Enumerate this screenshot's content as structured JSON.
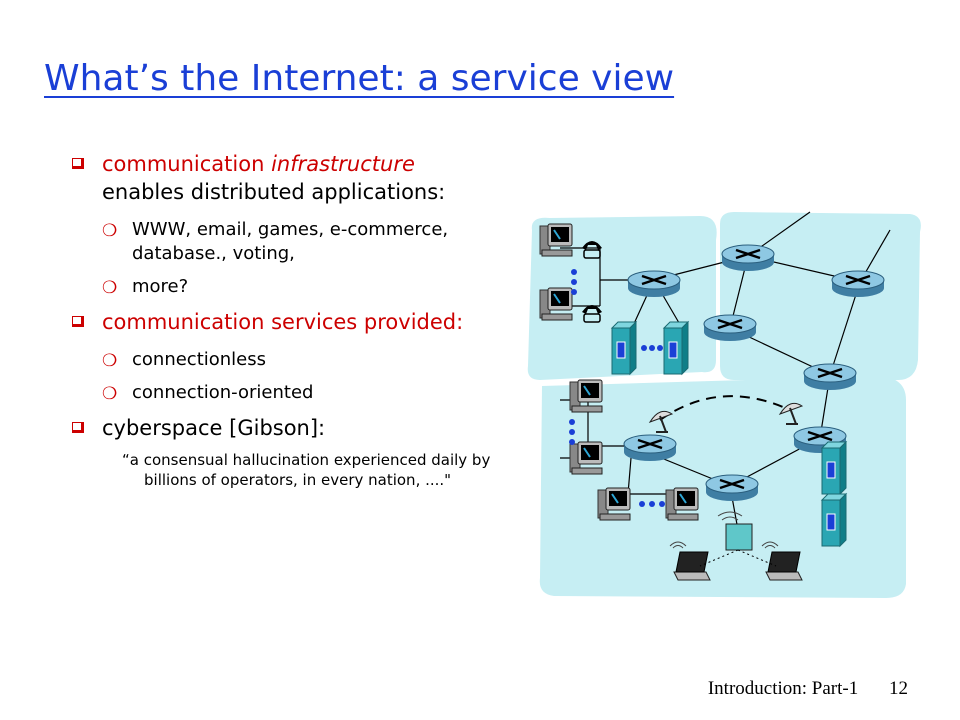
{
  "slide": {
    "title": "What’s the Internet: a service view",
    "bullets": [
      {
        "text_pre": "communication ",
        "text_em": "infrastructure",
        "text_post": " enables distributed applications:",
        "sub": [
          "WWW, email, games, e-commerce, database., voting,",
          "more?"
        ]
      },
      {
        "text": "communication services provided:",
        "sub": [
          "connectionless",
          "connection-oriented"
        ]
      },
      {
        "text": "cyberspace [Gibson]:",
        "quote": "“a consensual hallucination experienced daily by billions of operators, in every nation, ....\""
      }
    ],
    "footer": {
      "label": "Introduction: Part-1",
      "page": "12"
    }
  },
  "colors": {
    "title": "#1a3fd6",
    "bullet_text": "#cc0000",
    "bullet_mark": "#cc0000",
    "cloud": "#c6eef3",
    "router": "#5ea7c9",
    "server": "#2aa6b3"
  },
  "icons": [
    "router-icon",
    "desktop-computer-icon",
    "telephone-icon",
    "server-icon",
    "laptop-icon",
    "satellite-dish-icon",
    "wireless-base-station-icon"
  ]
}
